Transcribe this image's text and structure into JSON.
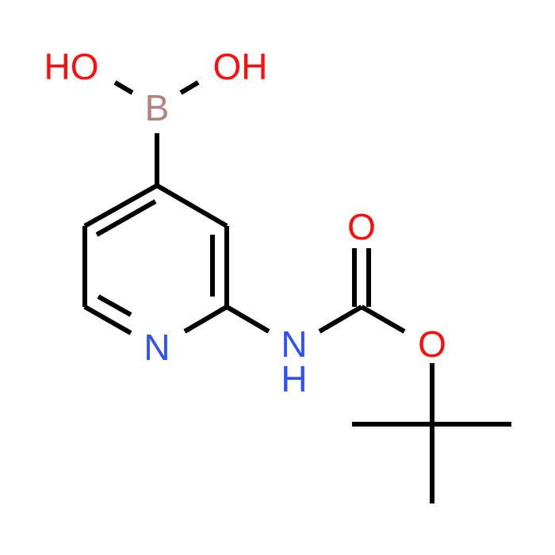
{
  "molecule": {
    "atoms": {
      "oh_left": {
        "label": "HO",
        "color": "#ff0d0d"
      },
      "oh_right": {
        "label": "OH",
        "color": "#ff0d0d"
      },
      "boron": {
        "label": "B",
        "color": "#b5817b"
      },
      "ring_nitrogen": {
        "label": "N",
        "color": "#3050f8"
      },
      "amide_nitrogen": {
        "label": "N",
        "color": "#3050f8"
      },
      "amide_hydrogen": {
        "label": "H",
        "color": "#3050f8"
      },
      "carbonyl_oxygen": {
        "label": "O",
        "color": "#ff0d0d"
      },
      "ester_oxygen": {
        "label": "O",
        "color": "#ff0d0d"
      }
    },
    "bond_color": "#000000"
  }
}
